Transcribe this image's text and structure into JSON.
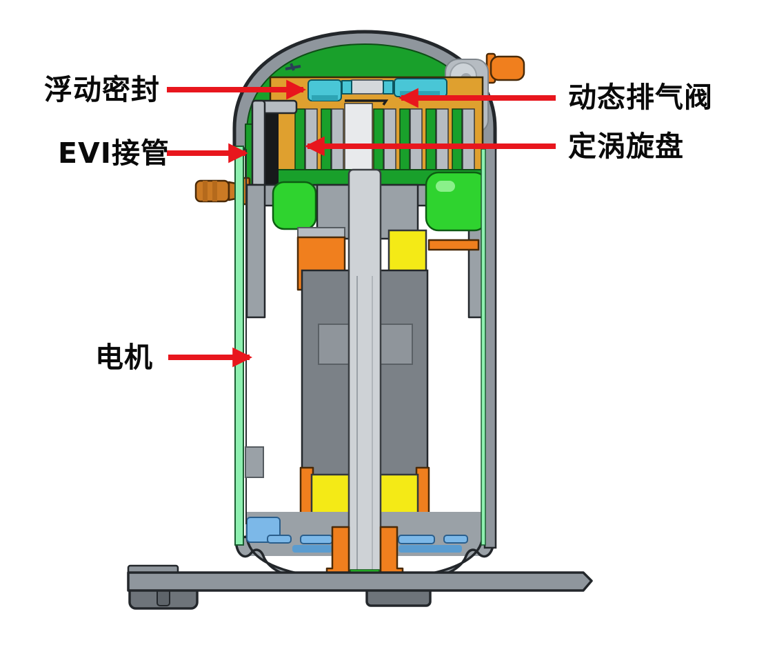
{
  "diagram": {
    "description": "Scroll compressor cutaway with part callouts",
    "background": "#ffffff",
    "labels": [
      {
        "id": "floating-seal",
        "text": "浮动密封"
      },
      {
        "id": "evi-pipe",
        "text": "EVI接管"
      },
      {
        "id": "motor",
        "text": "电机"
      },
      {
        "id": "discharge-valve",
        "text": "动态排气阀"
      },
      {
        "id": "fixed-scroll",
        "text": "定涡旋盘"
      }
    ],
    "colors": {
      "arrow_red": "#e8161d",
      "label_text": "#0a0a0a",
      "shell_gray": "#8f969d",
      "lining_green": "#19a02b",
      "bright_green": "#2fd32f",
      "mint_lining": "#8ef0b0",
      "scroll_orange": "#dfa02f",
      "seal_cyan": "#49c6d6",
      "counterweight_orange": "#f07f1e",
      "winding_yellow": "#f4ea16",
      "oil_blue": "#7cb8e8",
      "oil_blue_deep": "#5a9cd0",
      "copper": "#cb7a24",
      "shaft_gray": "#ced2d6",
      "rotor_gray": "#7b8187"
    }
  }
}
